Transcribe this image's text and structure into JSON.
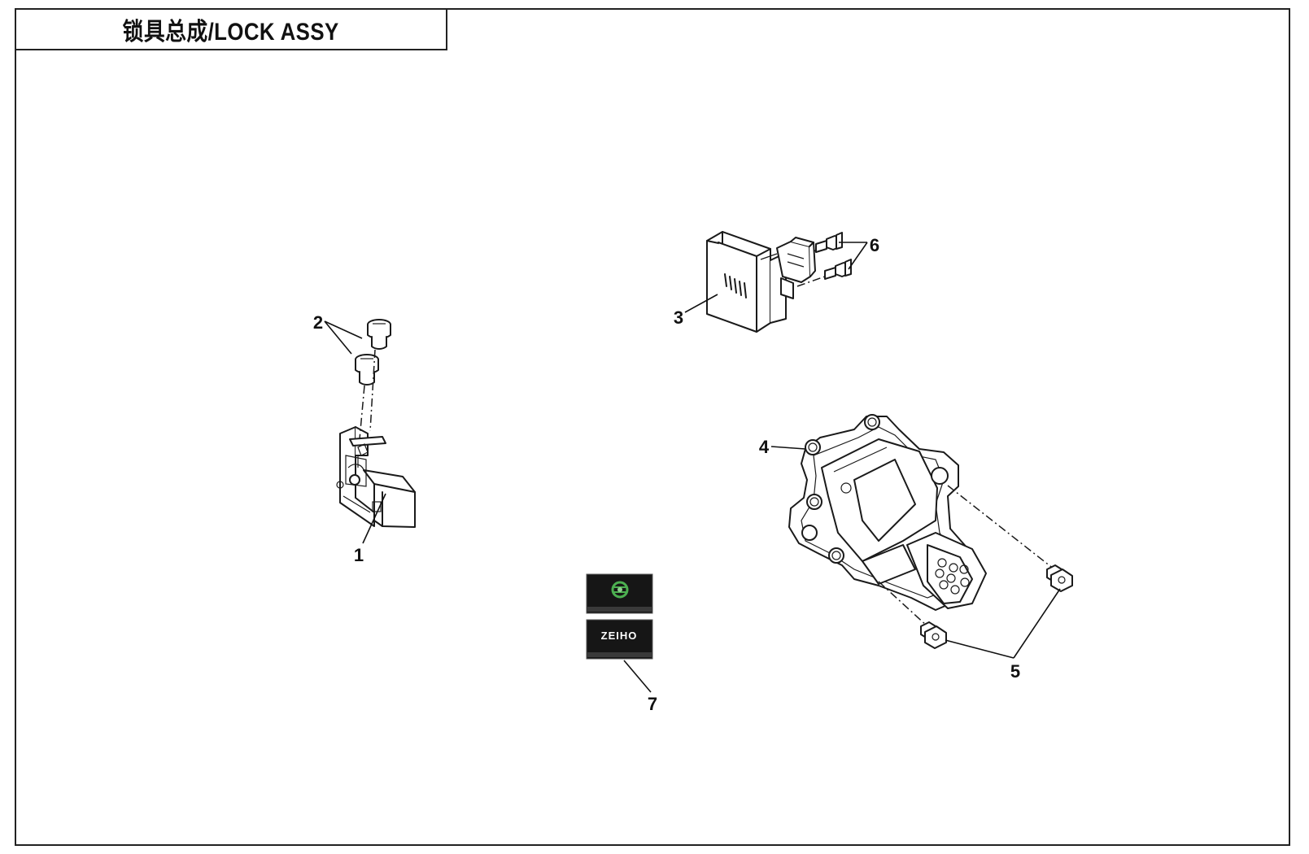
{
  "title": "锁具总成/LOCK ASSY",
  "callouts": [
    "1",
    "2",
    "3",
    "4",
    "5",
    "6",
    "7"
  ],
  "emblem_cards": {
    "lower_text": "ZEIHO"
  },
  "colors": {
    "line": "#1a1a1a",
    "card_dark": "#161616",
    "emblem_green": "#4caf50"
  }
}
